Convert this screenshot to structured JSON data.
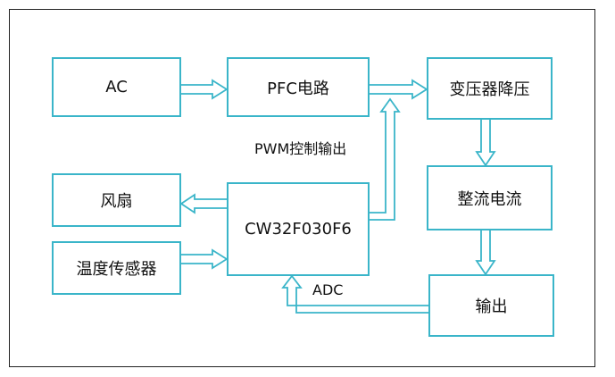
{
  "boxes": {
    "ac": "AC",
    "pfc": "PFC电路",
    "transformer": "变压器降压",
    "fan": "风扇",
    "mcu": "CW32F030F6",
    "rectifier": "整流电流",
    "temp_sensor": "温度传感器",
    "output": "输出"
  },
  "labels": {
    "pwm": "PWM控制输出",
    "adc": "ADC"
  },
  "colors": {
    "accent": "#3ab5c9",
    "frame": "#222222",
    "text": "#111111"
  }
}
